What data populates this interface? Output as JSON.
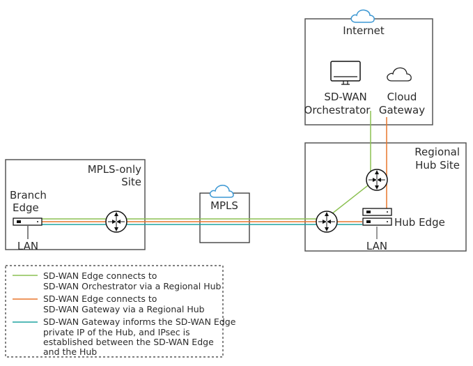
{
  "diagram": {
    "internet": {
      "label": "Internet",
      "orchestrator_label": [
        "SD-WAN",
        "Orchestrator"
      ],
      "gateway_label": [
        "Cloud",
        "Gateway"
      ]
    },
    "regional_hub": {
      "label": [
        "Regional",
        "Hub Site"
      ],
      "hub_edge_label": "Hub Edge",
      "lan_label": "LAN"
    },
    "mpls_site": {
      "label": [
        "MPLS-only",
        "Site"
      ],
      "branch_label": [
        "Branch",
        "Edge"
      ],
      "lan_label": "LAN"
    },
    "mpls_cloud": {
      "label": "MPLS"
    },
    "colors": {
      "green": "#8cc152",
      "orange": "#e8762c",
      "teal": "#1fa3a0",
      "cloud": "#3b97d3",
      "box": "#555555"
    },
    "legend": [
      {
        "color": "green",
        "lines": [
          "SD-WAN Edge connects to",
          "SD-WAN Orchestrator via a Regional Hub"
        ]
      },
      {
        "color": "orange",
        "lines": [
          "SD-WAN Edge connects to",
          "SD-WAN Gateway via a Regional Hub"
        ]
      },
      {
        "color": "teal",
        "lines": [
          "SD-WAN Gateway informs the SD-WAN Edge",
          "private IP of the Hub, and IPsec is",
          "established between the SD-WAN Edge",
          "and the Hub"
        ]
      }
    ]
  }
}
